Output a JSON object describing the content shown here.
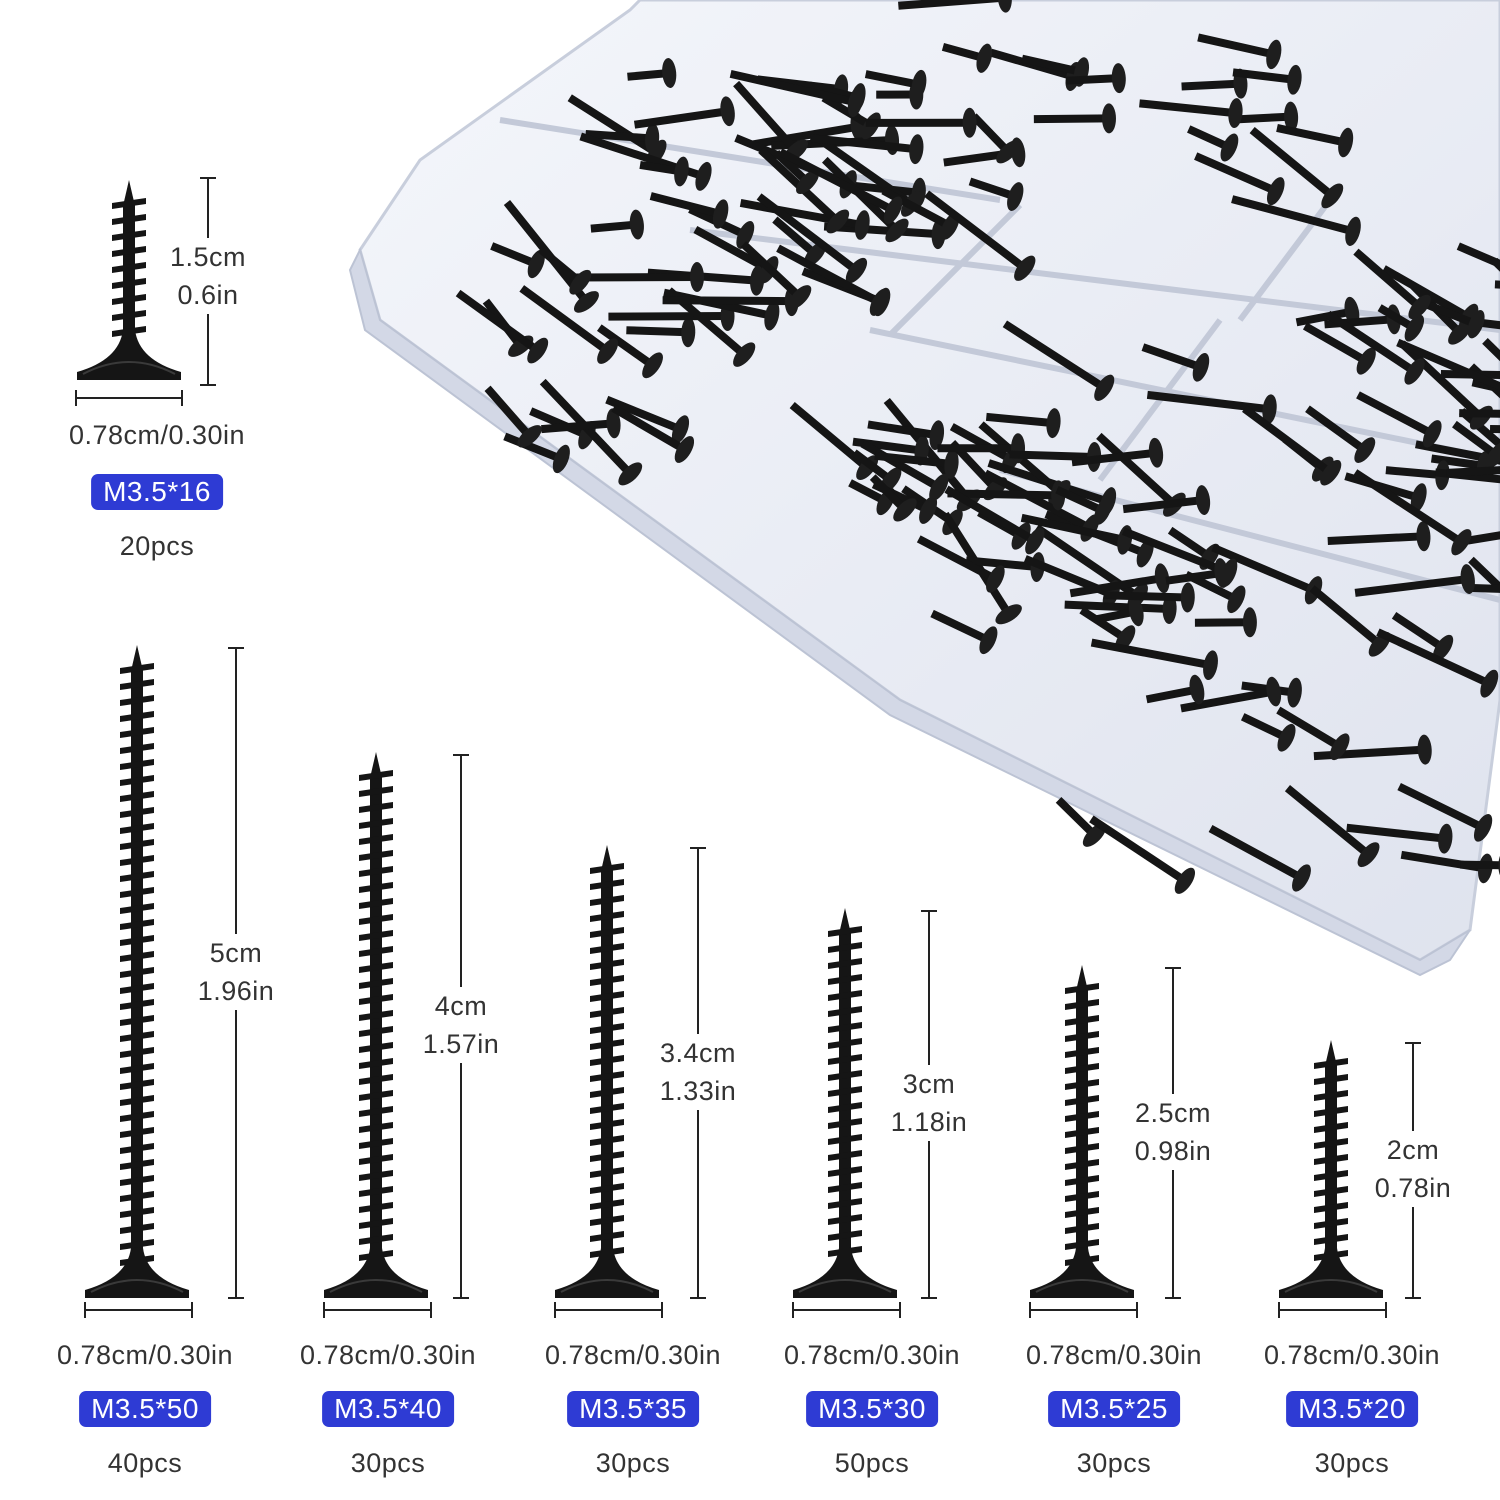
{
  "colors": {
    "badge": "#2e3bd4",
    "screw": "#151515",
    "box": "#e9ecf4"
  },
  "top_item": {
    "length_cm": "1.5cm",
    "length_in": "0.6in",
    "width": "0.78cm/0.30in",
    "size": "M3.5*16",
    "qty": "20pcs"
  },
  "items": [
    {
      "length_cm": "5cm",
      "length_in": "1.96in",
      "width": "0.78cm/0.30in",
      "size": "M3.5*50",
      "qty": "40pcs"
    },
    {
      "length_cm": "4cm",
      "length_in": "1.57in",
      "width": "0.78cm/0.30in",
      "size": "M3.5*40",
      "qty": "30pcs"
    },
    {
      "length_cm": "3.4cm",
      "length_in": "1.33in",
      "width": "0.78cm/0.30in",
      "size": "M3.5*35",
      "qty": "30pcs"
    },
    {
      "length_cm": "3cm",
      "length_in": "1.18in",
      "width": "0.78cm/0.30in",
      "size": "M3.5*30",
      "qty": "50pcs"
    },
    {
      "length_cm": "2.5cm",
      "length_in": "0.98in",
      "width": "0.78cm/0.30in",
      "size": "M3.5*25",
      "qty": "30pcs"
    },
    {
      "length_cm": "2cm",
      "length_in": "0.78in",
      "width": "0.78cm/0.30in",
      "size": "M3.5*20",
      "qty": "30pcs"
    }
  ]
}
